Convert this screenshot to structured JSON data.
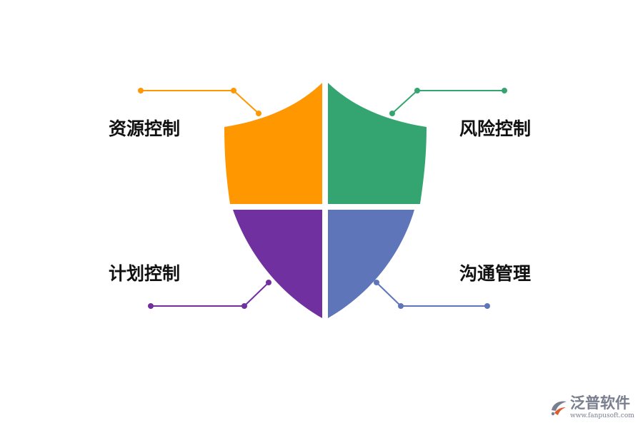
{
  "diagram": {
    "quadrants": {
      "top_left": {
        "label": "资源控制",
        "color": "#FF9700"
      },
      "top_right": {
        "label": "风险控制",
        "color": "#34A570"
      },
      "bottom_left": {
        "label": "计划控制",
        "color": "#7030A0"
      },
      "bottom_right": {
        "label": "沟通管理",
        "color": "#5E75BA"
      }
    }
  },
  "watermark": {
    "brand": "泛普软件",
    "url": "www.fanpusoft.com",
    "icon": "fanpu-logo-icon"
  }
}
